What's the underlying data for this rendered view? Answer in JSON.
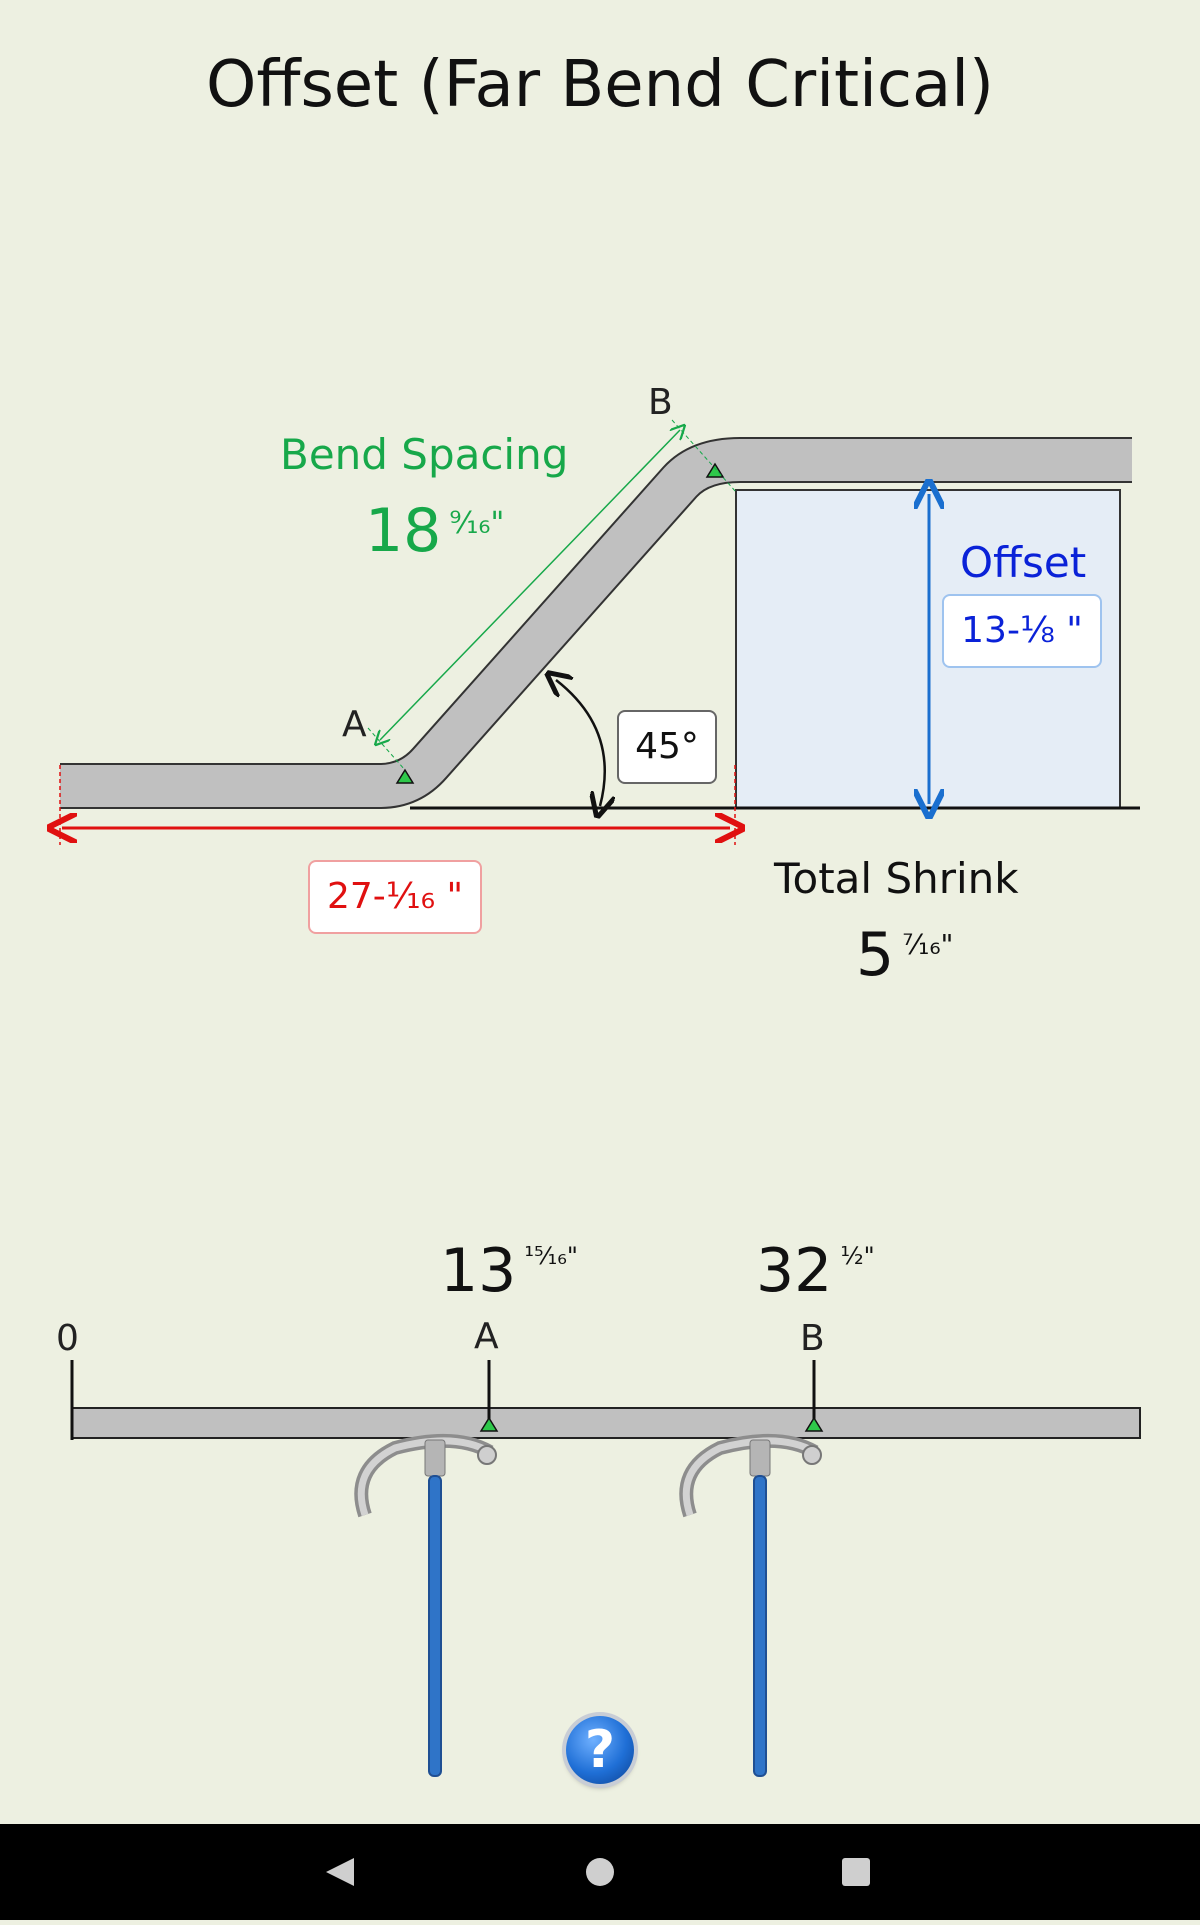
{
  "title": "Offset (Far Bend Critical)",
  "diagram": {
    "bend_spacing": {
      "label": "Bend Spacing",
      "whole": "18",
      "frac": "⁹⁄₁₆\""
    },
    "point_a": "A",
    "point_b": "B",
    "offset": {
      "label": "Offset",
      "value": "13-¹⁄₈ \""
    },
    "angle": "45°",
    "distance": "27-¹⁄₁₆ \"",
    "total_shrink": {
      "label": "Total Shrink",
      "whole": "5",
      "frac": "⁷⁄₁₆\""
    }
  },
  "ruler": {
    "zero": "0",
    "mark_a": {
      "label": "A",
      "whole": "13",
      "frac": "¹⁵⁄₁₆\""
    },
    "mark_b": {
      "label": "B",
      "whole": "32",
      "frac": "¹⁄₂\""
    }
  },
  "help_symbol": "?",
  "colors": {
    "spacing": "#17a84a",
    "offset": "#0a22d8",
    "distance": "#e01010",
    "pipe": "#c0c0c0"
  },
  "icons": [
    "help-icon",
    "back-icon",
    "home-icon",
    "recents-icon",
    "pipe-bender-icon"
  ]
}
